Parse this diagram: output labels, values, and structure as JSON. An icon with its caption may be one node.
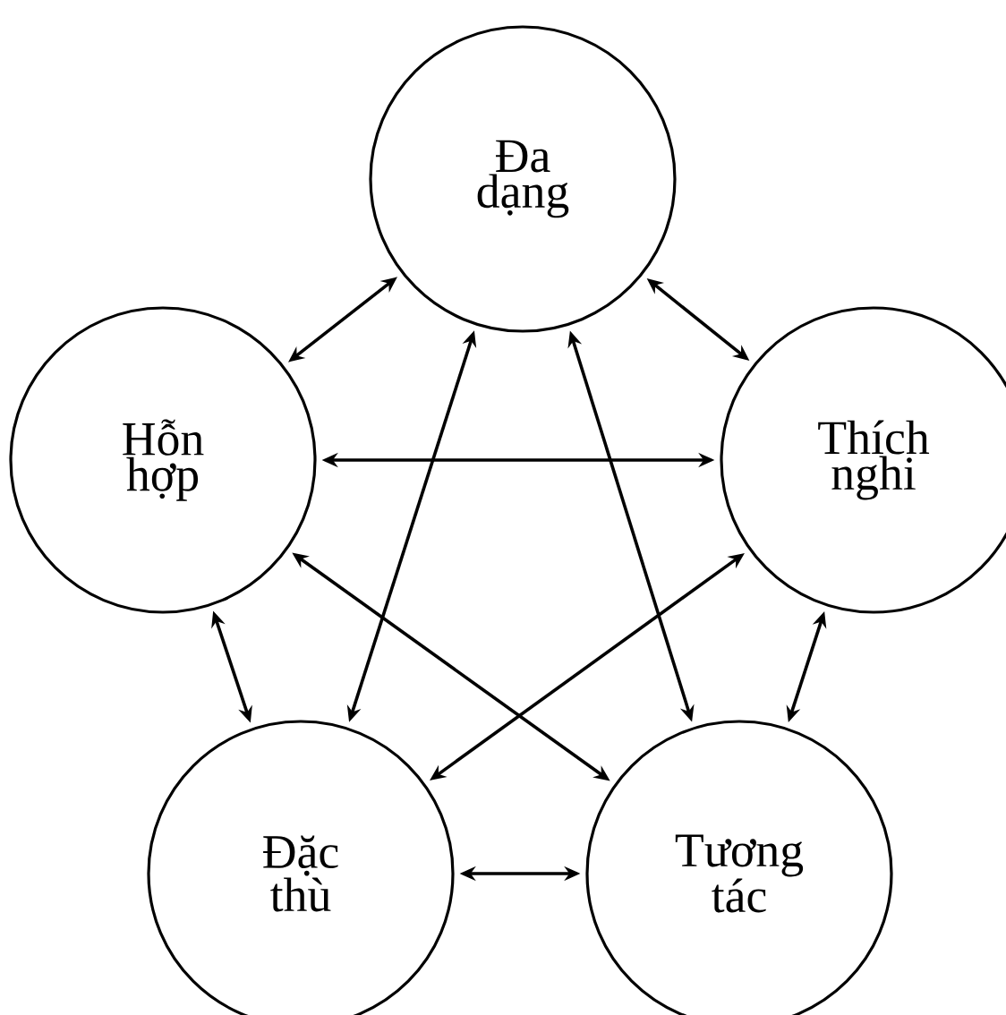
{
  "diagram": {
    "nodes": [
      {
        "text": [
          "Đa dạng"
        ]
      },
      {
        "text": [
          "Thích nghi"
        ]
      },
      {
        "text": [
          "Hỗn hợp"
        ]
      },
      {
        "text": [
          "Đặc thù"
        ]
      },
      {
        "text": [
          "Tương tác"
        ]
      }
    ],
    "edges": [
      {
        "from": 0,
        "to": 2,
        "arrow": "both"
      },
      {
        "from": 0,
        "to": 1,
        "arrow": "both"
      },
      {
        "from": 2,
        "to": 1,
        "arrow": "both"
      },
      {
        "from": 0,
        "to": 3,
        "arrow": "both"
      },
      {
        "from": 0,
        "to": 4,
        "arrow": "both"
      },
      {
        "from": 2,
        "to": 4,
        "arrow": "both"
      },
      {
        "from": 1,
        "to": 3,
        "arrow": "both"
      },
      {
        "from": 2,
        "to": 3,
        "arrow": "both"
      },
      {
        "from": 1,
        "to": 4,
        "arrow": "both"
      },
      {
        "from": 3,
        "to": 4,
        "arrow": "both"
      }
    ]
  }
}
